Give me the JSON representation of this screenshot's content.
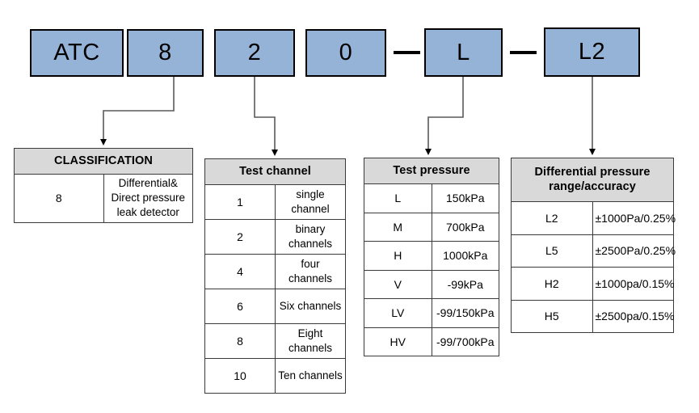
{
  "diagram": {
    "title": "ATC 8 2 0 - L - L2 model code breakdown",
    "colors": {
      "code_box_fill": "#95B3D7",
      "table_header_fill": "#D9D9D9",
      "border": "#000000",
      "table_border": "#3A3A3A",
      "background": "#FFFFFF"
    }
  },
  "code": {
    "segments": [
      {
        "id": "seg-prefix",
        "label": "ATC"
      },
      {
        "id": "seg-class",
        "label": "8"
      },
      {
        "id": "seg-channel",
        "label": "2"
      },
      {
        "id": "seg-zero",
        "label": "0"
      },
      {
        "id": "seg-pressure",
        "label": "L"
      },
      {
        "id": "seg-differential",
        "label": "L2"
      }
    ],
    "separators": [
      "dash",
      "dash"
    ]
  },
  "tables": {
    "classification": {
      "header": "CLASSIFICATION",
      "rows": [
        {
          "key": "8",
          "value": "Differential& Direct pressure leak detector"
        }
      ]
    },
    "test_channel": {
      "header": "Test channel",
      "rows": [
        {
          "key": "1",
          "value": "single channel"
        },
        {
          "key": "2",
          "value": "binary channels"
        },
        {
          "key": "4",
          "value": "four channels"
        },
        {
          "key": "6",
          "value": "Six channels"
        },
        {
          "key": "8",
          "value": "Eight channels"
        },
        {
          "key": "10",
          "value": "Ten channels"
        }
      ]
    },
    "test_pressure": {
      "header": "Test pressure",
      "rows": [
        {
          "key": "L",
          "value": "150kPa"
        },
        {
          "key": "M",
          "value": "700kPa"
        },
        {
          "key": "H",
          "value": "1000kPa"
        },
        {
          "key": "V",
          "value": "-99kPa"
        },
        {
          "key": "LV",
          "value": "-99/150kPa"
        },
        {
          "key": "HV",
          "value": "-99/700kPa"
        }
      ]
    },
    "differential_pressure": {
      "header": "Differential pressure range/accuracy",
      "rows": [
        {
          "key": "L2",
          "value": "±1000Pa/0.25%"
        },
        {
          "key": "L5",
          "value": "±2500Pa/0.25%"
        },
        {
          "key": "H2",
          "value": "±1000pa/0.15%"
        },
        {
          "key": "H5",
          "value": "±2500pa/0.15%"
        }
      ]
    }
  }
}
